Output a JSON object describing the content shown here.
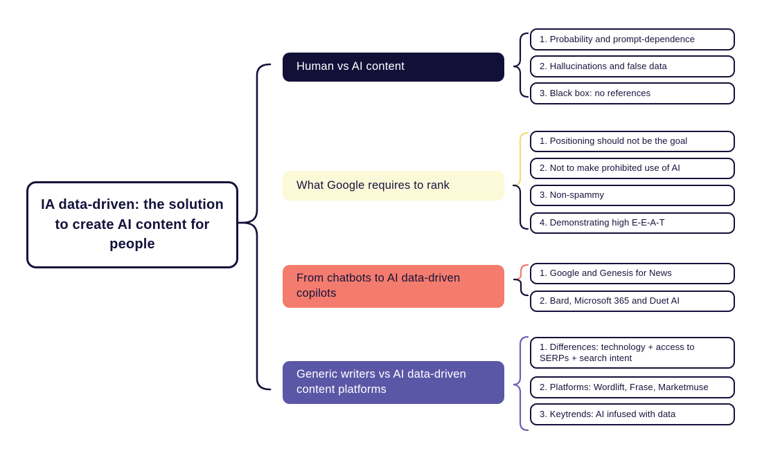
{
  "colors": {
    "ink": "#14113A",
    "branch_dark_bg": "#131038",
    "branch_yellow_bg": "#FCF9D9",
    "branch_coral_bg": "#F37C6E",
    "branch_purple_bg": "#5B57A7",
    "brace_yellow": "#EFDF7B",
    "brace_coral": "#F37C6E",
    "brace_purple": "#6663B4",
    "background": "#FFFFFF"
  },
  "root": {
    "label": "IA data-driven: the solution to create AI content for people"
  },
  "branches": [
    {
      "label": "Human vs AI content",
      "style": "dark",
      "children": [
        "1. Probability and prompt-dependence",
        "2. Hallucinations and false data",
        "3. Black box: no references"
      ]
    },
    {
      "label": "What Google requires to rank",
      "style": "yellow",
      "children": [
        "1. Positioning should not be the goal",
        "2. Not to make prohibited use of AI",
        "3. Non-spammy",
        "4. Demonstrating high E-E-A-T"
      ]
    },
    {
      "label": "From chatbots to AI data-driven copilots",
      "style": "coral",
      "children": [
        "1. Google and Genesis for News",
        "2. Bard, Microsoft 365 and Duet AI"
      ]
    },
    {
      "label": "Generic writers vs AI data-driven content platforms",
      "style": "purple",
      "children": [
        "1. Differences: technology + access to SERPs + search intent",
        "2. Platforms: Wordlift, Frase, Marketmuse",
        "3. Keytrends: AI infused with data"
      ]
    }
  ]
}
